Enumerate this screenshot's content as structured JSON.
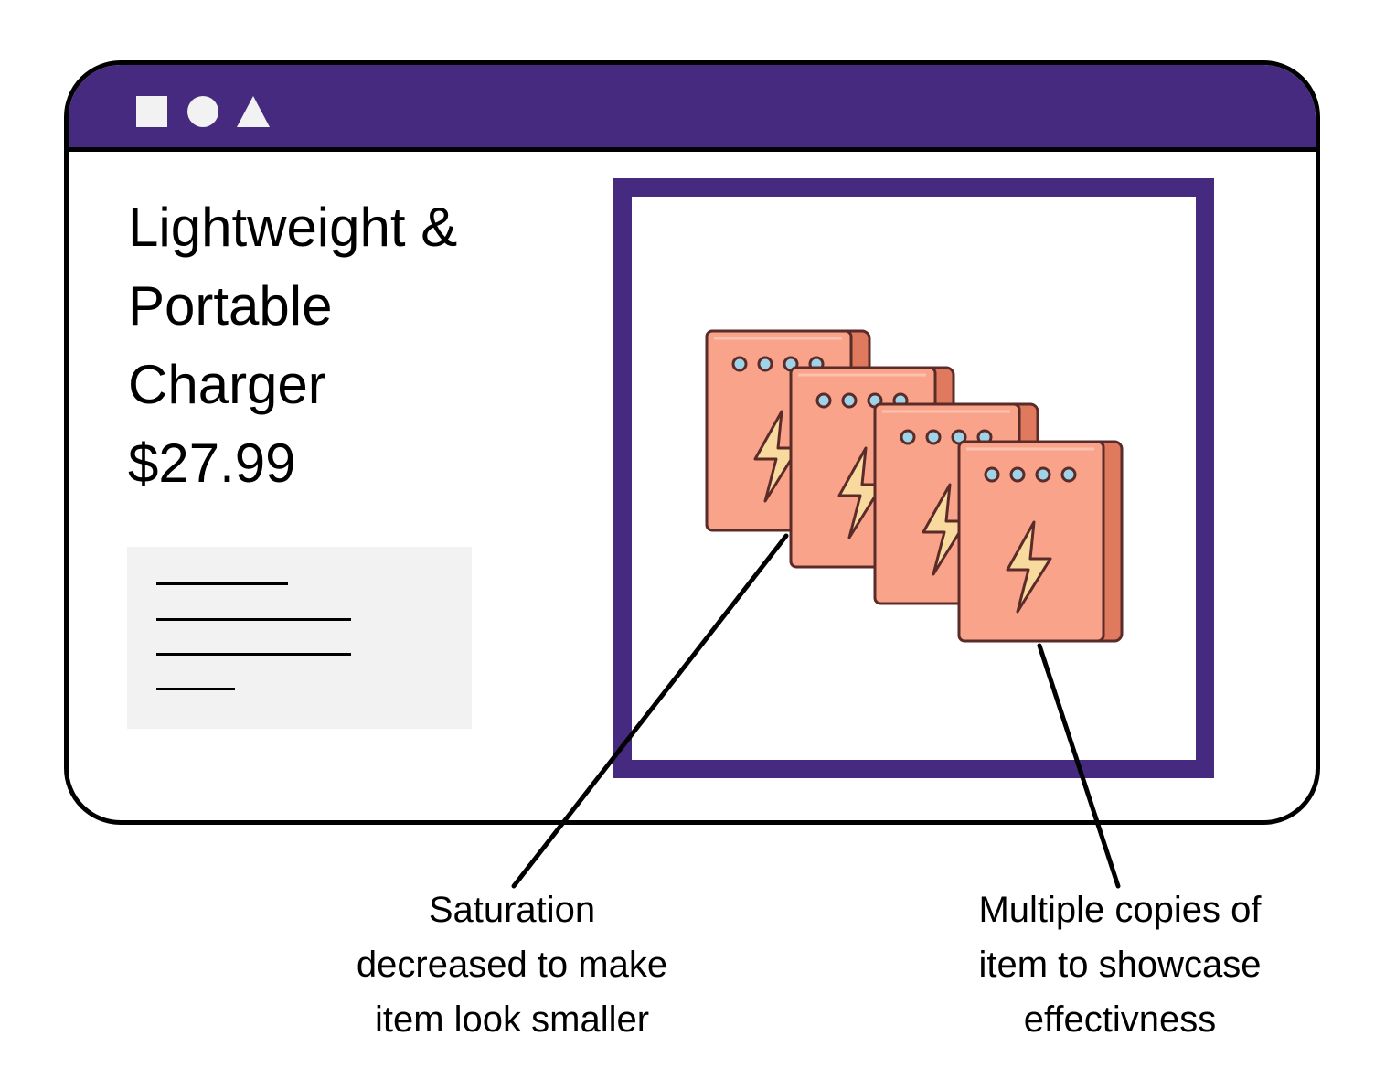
{
  "colors": {
    "titlebar": "#452a80",
    "window_controls": "#f1f2f1",
    "frame_border": "#452a80",
    "description_box": "#f1f2f1",
    "charger_front": "#f9a48a",
    "charger_side": "#df7a5e",
    "charger_outline": "#5a2b28",
    "charger_dots": "#9fd3e8",
    "bolt": "#f8d99e"
  },
  "window": {
    "controls": [
      "square-control",
      "circle-control",
      "triangle-control"
    ]
  },
  "product": {
    "title_lines": [
      "Lightweight &",
      "Portable",
      "Charger"
    ],
    "price": "$27.99"
  },
  "product_image": {
    "icon": "power-bank-icon",
    "copies": 4
  },
  "annotations": {
    "left": {
      "lines": [
        "Saturation",
        "decreased to make",
        "item look smaller"
      ]
    },
    "right": {
      "lines": [
        "Multiple copies of",
        "item to showcase",
        "effectivness"
      ]
    }
  }
}
